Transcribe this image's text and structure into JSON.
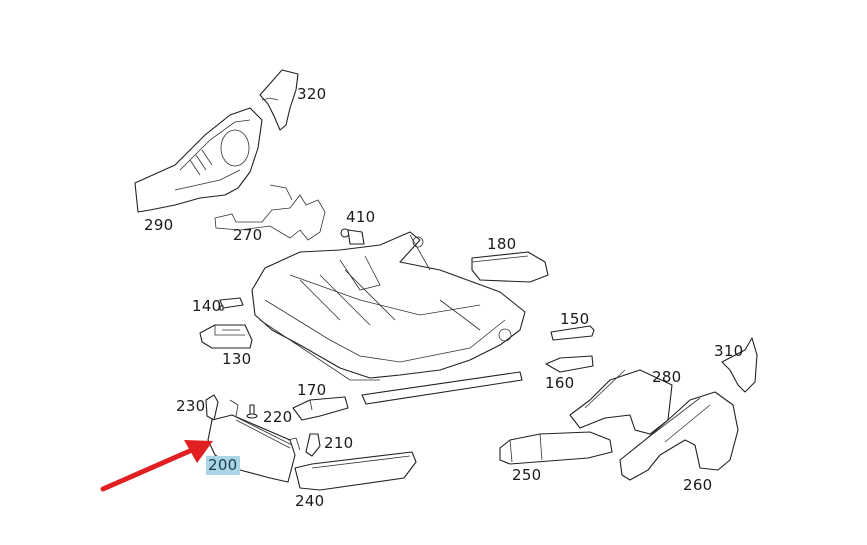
{
  "diagram": {
    "type": "exploded-parts-view",
    "subject": "seat frame assembly with trim panels",
    "highlight_color": "#a9d6e6",
    "arrow_color": "#e02020",
    "highlighted_part": "200",
    "labels": [
      {
        "id": "320",
        "text": "320"
      },
      {
        "id": "290",
        "text": "290"
      },
      {
        "id": "270",
        "text": "270"
      },
      {
        "id": "410",
        "text": "410"
      },
      {
        "id": "180",
        "text": "180"
      },
      {
        "id": "140",
        "text": "140"
      },
      {
        "id": "130",
        "text": "130"
      },
      {
        "id": "150",
        "text": "150"
      },
      {
        "id": "160",
        "text": "160"
      },
      {
        "id": "310",
        "text": "310"
      },
      {
        "id": "280",
        "text": "280"
      },
      {
        "id": "170",
        "text": "170"
      },
      {
        "id": "230",
        "text": "230"
      },
      {
        "id": "220",
        "text": "220"
      },
      {
        "id": "210",
        "text": "210"
      },
      {
        "id": "200",
        "text": "200"
      },
      {
        "id": "240",
        "text": "240"
      },
      {
        "id": "250",
        "text": "250"
      },
      {
        "id": "260",
        "text": "260"
      }
    ]
  }
}
